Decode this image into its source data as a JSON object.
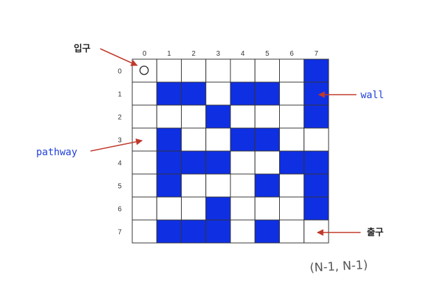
{
  "labels": {
    "entrance": "입구",
    "exit": "출구",
    "wall": "wall",
    "pathway": "pathway",
    "exit_coord": "(N-1, N-1)"
  },
  "indices": {
    "cols": [
      "0",
      "1",
      "2",
      "3",
      "4",
      "5",
      "6",
      "7"
    ],
    "rows": [
      "0",
      "1",
      "2",
      "3",
      "4",
      "5",
      "6",
      "7"
    ]
  },
  "maze": [
    [
      0,
      0,
      0,
      0,
      0,
      0,
      0,
      1
    ],
    [
      0,
      1,
      1,
      0,
      1,
      1,
      0,
      1
    ],
    [
      0,
      0,
      0,
      1,
      0,
      0,
      0,
      1
    ],
    [
      0,
      1,
      0,
      0,
      1,
      1,
      0,
      0
    ],
    [
      0,
      1,
      1,
      1,
      0,
      0,
      1,
      1
    ],
    [
      0,
      1,
      0,
      0,
      0,
      1,
      0,
      1
    ],
    [
      0,
      0,
      0,
      1,
      0,
      0,
      0,
      1
    ],
    [
      0,
      1,
      1,
      1,
      0,
      1,
      0,
      0
    ]
  ],
  "colors": {
    "wall": "#0f2fe3",
    "path": "#ffffff",
    "grid": "#333333",
    "arrow": "#c0392b"
  },
  "icons": {
    "start_marker": "circle-marker-icon"
  }
}
